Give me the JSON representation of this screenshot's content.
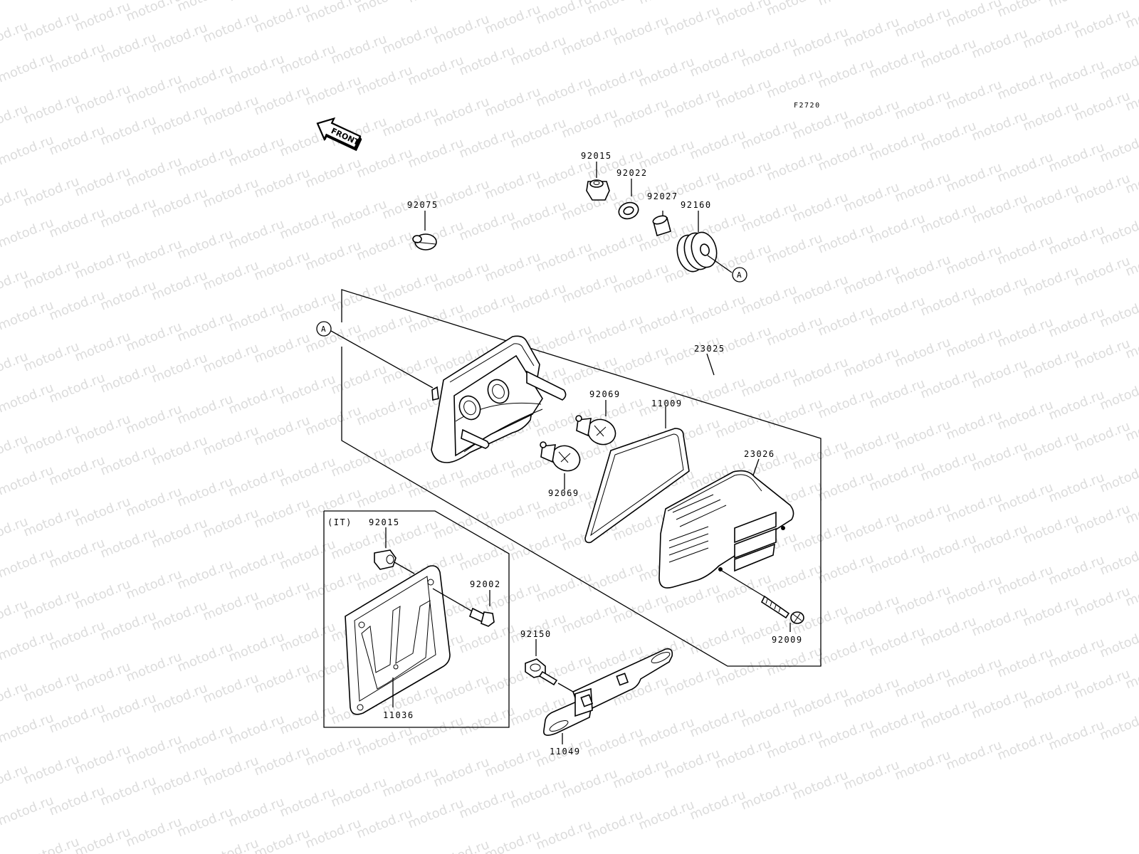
{
  "watermark": {
    "text": "motod.ru"
  },
  "figure_code": "F2720",
  "front_arrow": {
    "label": "FRONT"
  },
  "region_label": "(IT)",
  "callout_letter": "A",
  "part_numbers": {
    "p92075": "92075",
    "p92015_top": "92015",
    "p92022": "92022",
    "p92027": "92027",
    "p92160": "92160",
    "p23025": "23025",
    "p92069_top": "92069",
    "p11009": "11009",
    "p92069_bottom": "92069",
    "p23026": "23026",
    "p92015_it": "92015",
    "p92002": "92002",
    "p11036": "11036",
    "p92150": "92150",
    "p92009": "92009",
    "p11049": "11049"
  }
}
